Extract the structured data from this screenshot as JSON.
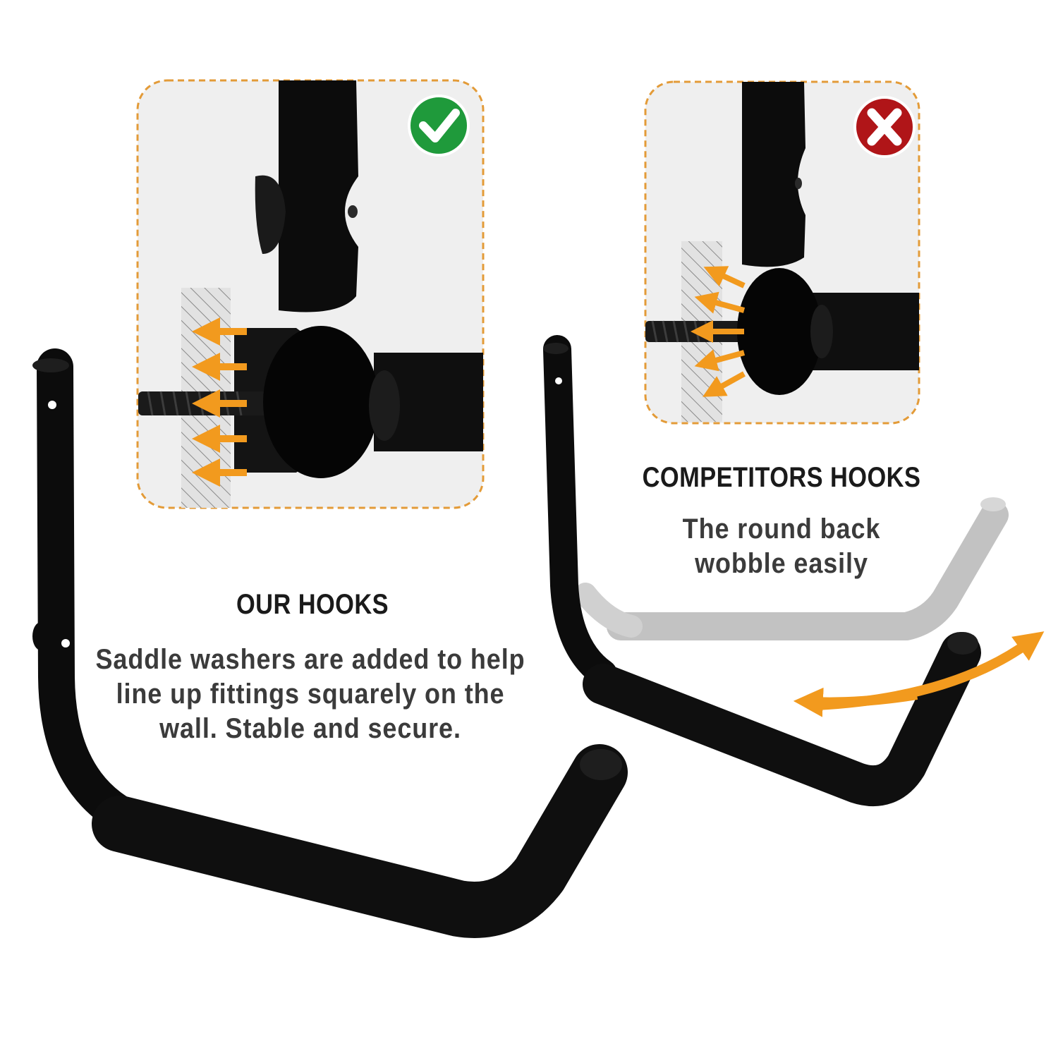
{
  "our_hooks": {
    "heading": "OUR HOOKS",
    "description": "Saddle washers are added to help line up fittings squarely on the wall. Stable and secure.",
    "verdict_icon": "check-icon"
  },
  "competitor_hooks": {
    "heading": "COMPETITORS HOOKS",
    "description": "The round back wobble easily",
    "verdict_icon": "cross-icon"
  },
  "colors": {
    "accent_orange": "#f29a1e",
    "check_green": "#1f9a3b",
    "cross_red": "#b01518",
    "hook_black": "#0c0c0c",
    "panel_bg": "#efefef"
  }
}
